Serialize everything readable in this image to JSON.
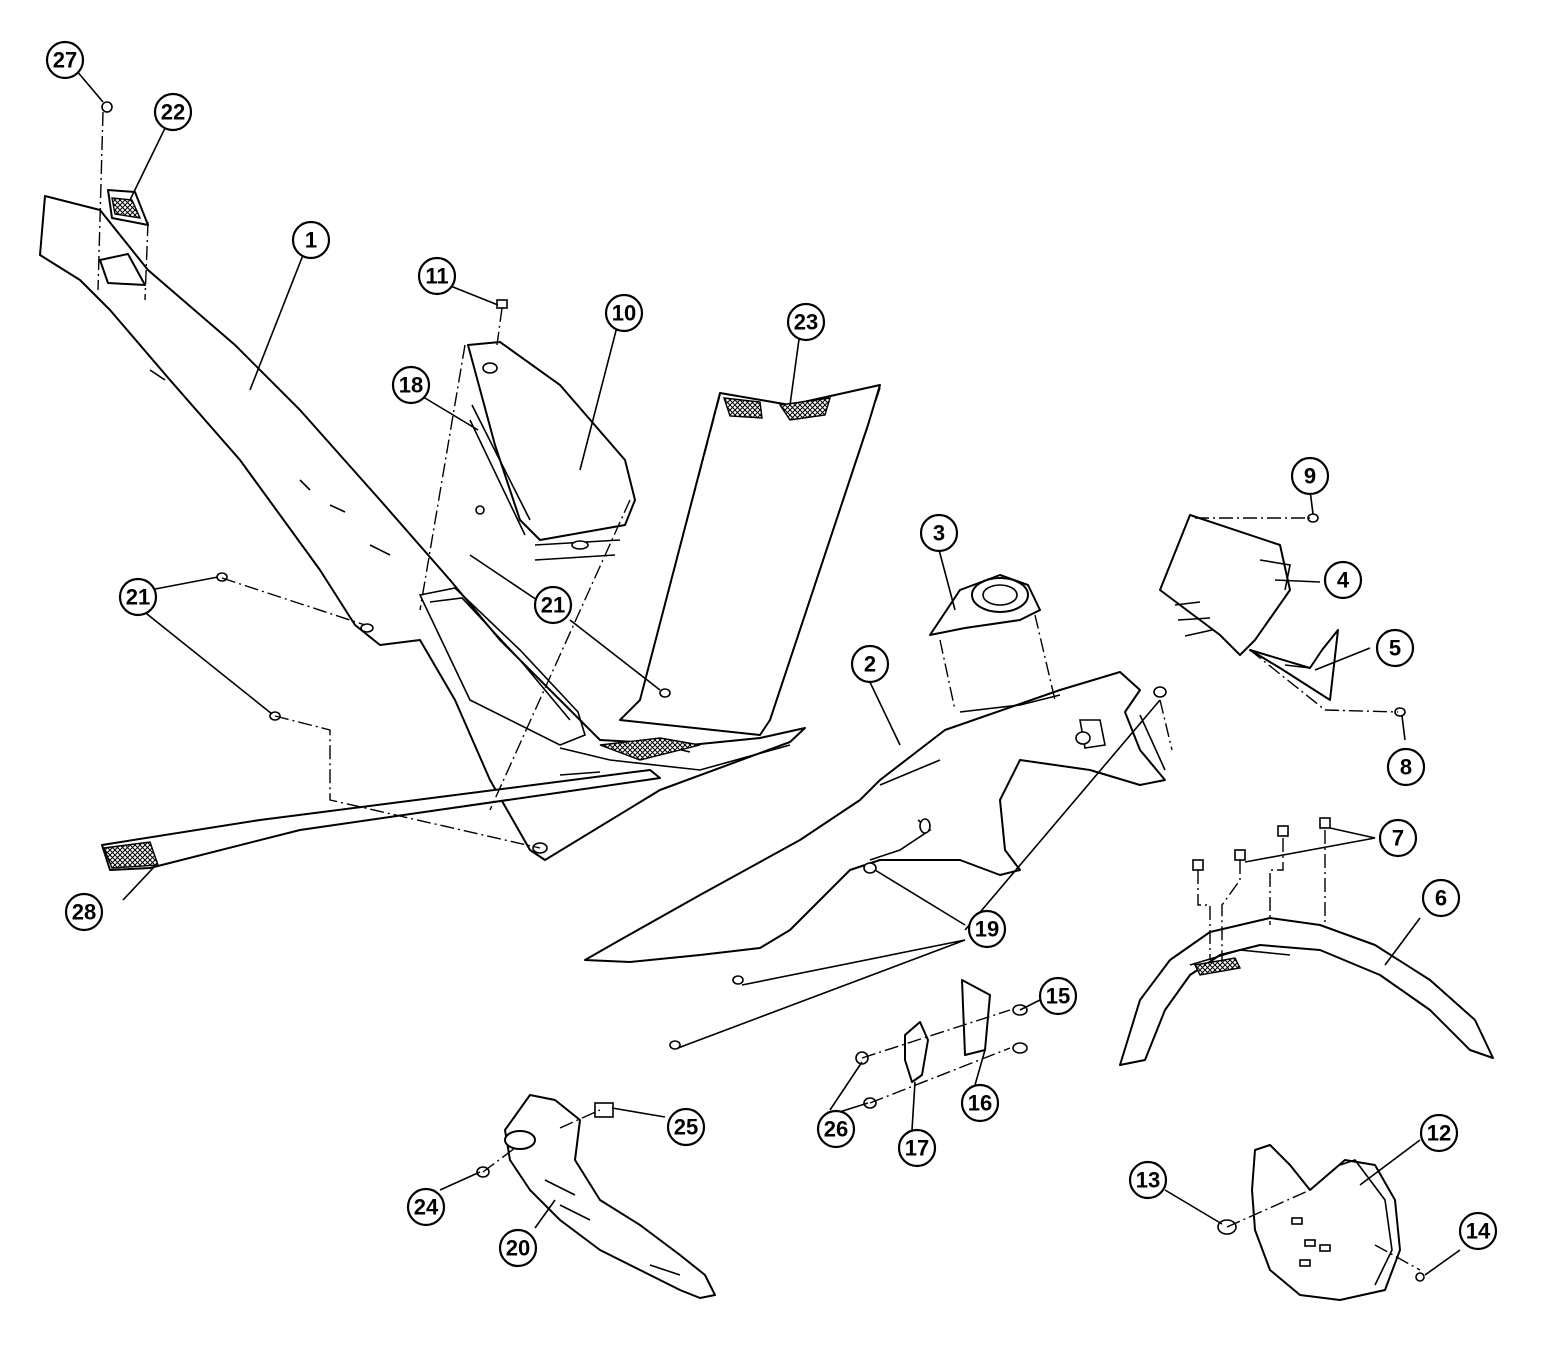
{
  "callouts": {
    "c1": "1",
    "c2": "2",
    "c3": "3",
    "c4": "4",
    "c5": "5",
    "c6": "6",
    "c7": "7",
    "c8": "8",
    "c9": "9",
    "c10": "10",
    "c11": "11",
    "c12": "12",
    "c13": "13",
    "c14": "14",
    "c15": "15",
    "c16": "16",
    "c17": "17",
    "c18": "18",
    "c19": "19",
    "c20": "20",
    "c21a": "21",
    "c21b": "21",
    "c22": "22",
    "c23": "23",
    "c24": "24",
    "c25": "25",
    "c26": "26",
    "c27": "27",
    "c28": "28"
  },
  "colors": {
    "line": "#000000",
    "background": "#ffffff"
  }
}
